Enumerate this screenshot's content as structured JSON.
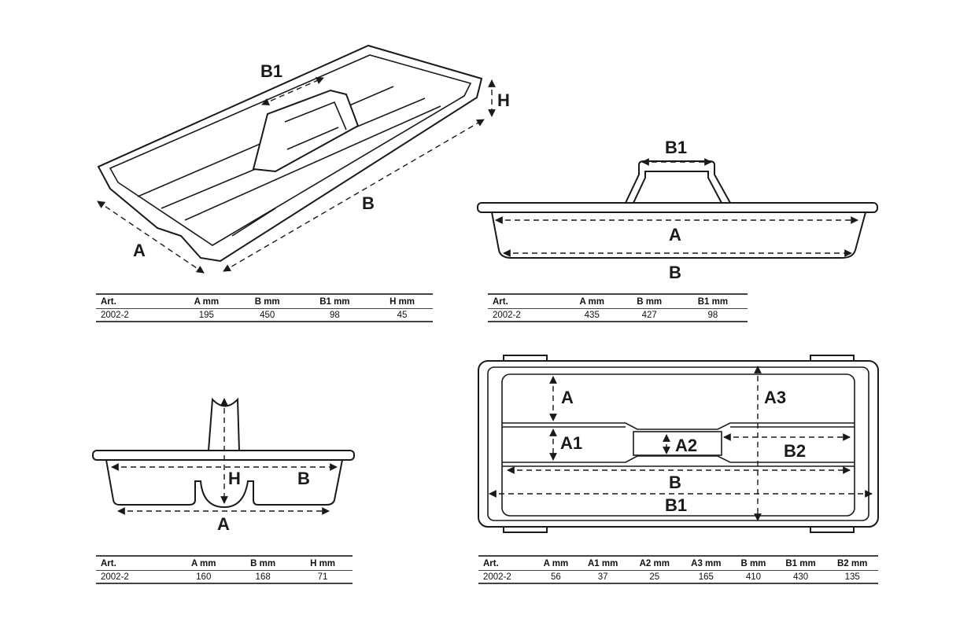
{
  "drawings": {
    "iso_view": {
      "labels": {
        "a": "A",
        "b": "B",
        "b1": "B1",
        "h": "H"
      }
    },
    "side_view": {
      "labels": {
        "a": "A",
        "b": "B",
        "b1": "B1"
      }
    },
    "end_view": {
      "labels": {
        "a": "A",
        "b": "B",
        "h": "H"
      }
    },
    "top_view": {
      "labels": {
        "a": "A",
        "a1": "A1",
        "a2": "A2",
        "a3": "A3",
        "b": "B",
        "b1": "B1",
        "b2": "B2"
      }
    }
  },
  "tables": [
    {
      "headers": [
        "Art.",
        "A mm",
        "B mm",
        "B1 mm",
        "H mm"
      ],
      "rows": [
        [
          "2002-2",
          "195",
          "450",
          "98",
          "45"
        ]
      ]
    },
    {
      "headers": [
        "Art.",
        "A mm",
        "B mm",
        "B1 mm"
      ],
      "rows": [
        [
          "2002-2",
          "435",
          "427",
          "98"
        ]
      ]
    },
    {
      "headers": [
        "Art.",
        "A mm",
        "B mm",
        "H mm"
      ],
      "rows": [
        [
          "2002-2",
          "160",
          "168",
          "71"
        ]
      ]
    },
    {
      "headers": [
        "Art.",
        "A mm",
        "A1 mm",
        "A2 mm",
        "A3 mm",
        "B mm",
        "B1 mm",
        "B2 mm"
      ],
      "rows": [
        [
          "2002-2",
          "56",
          "37",
          "25",
          "165",
          "410",
          "430",
          "135"
        ]
      ]
    }
  ]
}
